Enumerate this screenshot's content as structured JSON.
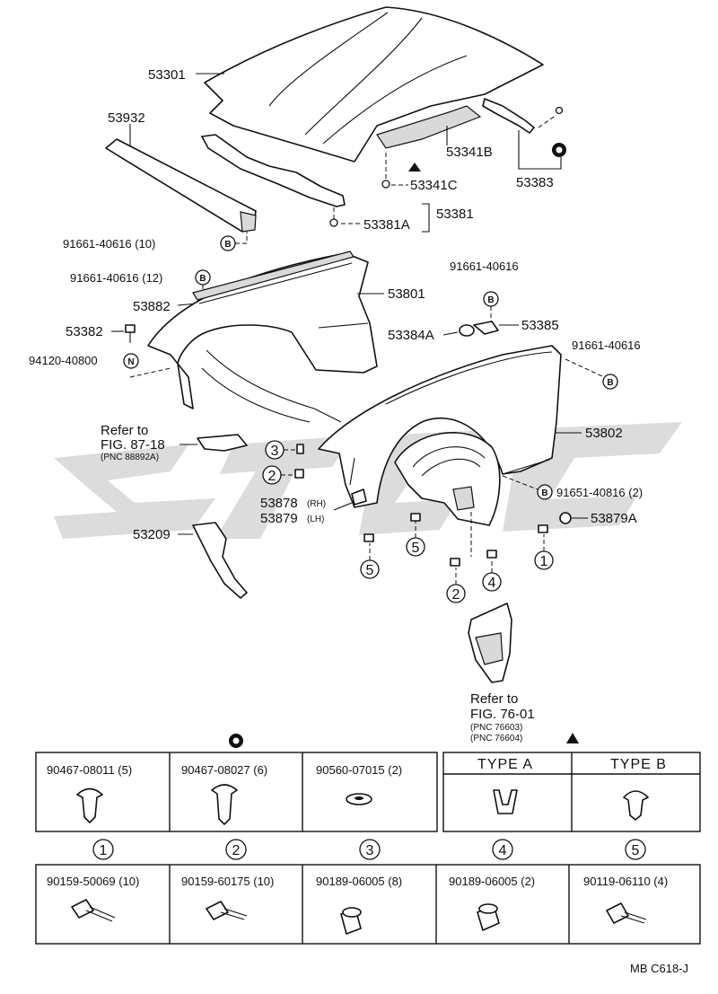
{
  "labels": {
    "p53301": "53301",
    "p53932": "53932",
    "p53341B": "53341B",
    "p53383": "53383",
    "p53341C": "53341C",
    "p53381": "53381",
    "p53381A": "53381A",
    "p91661_10": "91661-40616 (10)",
    "p91661_12": "91661-40616 (12)",
    "p53882": "53882",
    "p53801": "53801",
    "p91661_top": "91661-40616",
    "p53385": "53385",
    "p53384A": "53384A",
    "p53382": "53382",
    "p94120": "94120-40800",
    "p91661_right": "91661-40616",
    "refer1_a": "Refer to",
    "refer1_b": "FIG. 87-18",
    "refer1_c": "(PNC 88892A)",
    "p53802": "53802",
    "p91651": "91651-40816 (2)",
    "p53878": "53878",
    "p53878_rh": "(RH)",
    "p53879": "53879",
    "p53879_lh": "(LH)",
    "p53879A": "53879A",
    "p53209": "53209",
    "refer2_a": "Refer to",
    "refer2_b": "FIG. 76-01",
    "refer2_c": "(PNC 76603)",
    "refer2_d": "(PNC 76604)",
    "footer": "MB  C618-J"
  },
  "markers": {
    "b": "B",
    "n": "N",
    "c1": "1",
    "c2": "2",
    "c3": "3",
    "c4": "4",
    "c5": "5"
  },
  "tables": {
    "clips": [
      "90467-08011 (5)",
      "90467-08027 (6)",
      "90560-07015 (2)"
    ],
    "type_a": "TYPE A",
    "type_b": "TYPE B",
    "bolts": [
      {
        "num": "1",
        "part": "90159-50069 (10)"
      },
      {
        "num": "2",
        "part": "90159-60175 (10)"
      },
      {
        "num": "3",
        "part": "90189-06005 (8)"
      },
      {
        "num": "4",
        "part": "90189-06005 (2)"
      },
      {
        "num": "5",
        "part": "90119-06110 (4)"
      }
    ]
  }
}
